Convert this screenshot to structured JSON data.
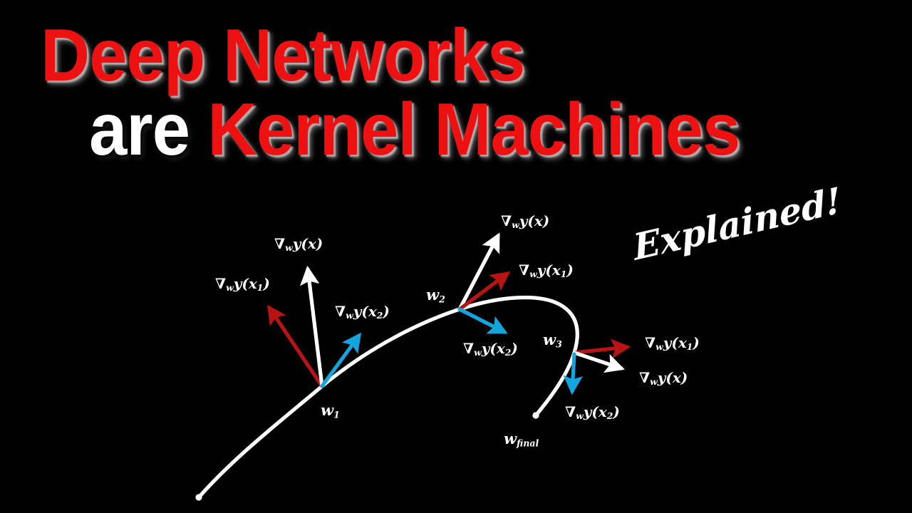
{
  "background_color": "#000000",
  "title": {
    "line1": "Deep Networks",
    "line2_white": "are ",
    "line2_red": "Kernel Machines",
    "red_color": "#ee1111",
    "white_color": "#ffffff"
  },
  "badge": {
    "text": "Explained!"
  },
  "diagram": {
    "curve_color": "#ffffff",
    "gradient_x1_color": "#b81414",
    "gradient_x2_color": "#13a5dd",
    "gradient_x_color": "#ffffff",
    "points": [
      {
        "name": "w1",
        "label": "w",
        "sub": "1"
      },
      {
        "name": "w2",
        "label": "w",
        "sub": "2"
      },
      {
        "name": "w3",
        "label": "w",
        "sub": "3"
      },
      {
        "name": "wfinal",
        "label": "w",
        "sub": "final"
      }
    ],
    "labels": {
      "nabla": "∇",
      "w_sub": "w",
      "y": "y",
      "arg_x": "(x)",
      "arg_x1_open": "(x",
      "arg_x1_sub": "1",
      "arg_x2_sub": "2",
      "arg_close": ")"
    },
    "gradient_labels": [
      {
        "id": "g1-x",
        "point": "w1",
        "series": "x",
        "text_prefix": "∇",
        "sub_w": "w",
        "body": "y(x)"
      },
      {
        "id": "g1-x1",
        "point": "w1",
        "series": "x1",
        "text_prefix": "∇",
        "sub_w": "w",
        "body": "y(x"
      },
      {
        "id": "g1-x2",
        "point": "w1",
        "series": "x2",
        "text_prefix": "∇",
        "sub_w": "w",
        "body": "y(x"
      },
      {
        "id": "g2-x",
        "point": "w2",
        "series": "x",
        "text_prefix": "∇",
        "sub_w": "w",
        "body": "y(x)"
      },
      {
        "id": "g2-x1",
        "point": "w2",
        "series": "x1",
        "text_prefix": "∇",
        "sub_w": "w",
        "body": "y(x"
      },
      {
        "id": "g2-x2",
        "point": "w2",
        "series": "x2",
        "text_prefix": "∇",
        "sub_w": "w",
        "body": "y(x"
      },
      {
        "id": "g3-x",
        "point": "w3",
        "series": "x",
        "text_prefix": "∇",
        "sub_w": "w",
        "body": "y(x)"
      },
      {
        "id": "g3-x1",
        "point": "w3",
        "series": "x1",
        "text_prefix": "∇",
        "sub_w": "w",
        "body": "y(x"
      },
      {
        "id": "g3-x2",
        "point": "w3",
        "series": "x2",
        "text_prefix": "∇",
        "sub_w": "w",
        "body": "y(x"
      }
    ]
  },
  "text": {
    "grad_x": "y(x)",
    "grad_xn": "y(x",
    "paren": ")",
    "nabla": "∇",
    "sub_w": "w",
    "one": "1",
    "two": "2",
    "w": "w",
    "final": "final"
  }
}
